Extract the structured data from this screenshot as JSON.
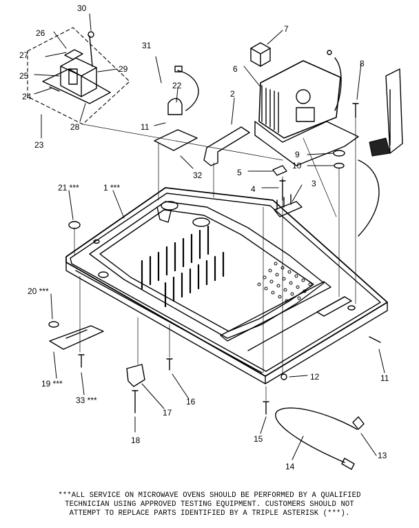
{
  "labels": [
    {
      "id": "30",
      "text": "30"
    },
    {
      "id": "7",
      "text": "7"
    },
    {
      "id": "26",
      "text": "26"
    },
    {
      "id": "27",
      "text": "27"
    },
    {
      "id": "25",
      "text": "25"
    },
    {
      "id": "29",
      "text": "29"
    },
    {
      "id": "24",
      "text": "24"
    },
    {
      "id": "28",
      "text": "28"
    },
    {
      "id": "23",
      "text": "23"
    },
    {
      "id": "31",
      "text": "31"
    },
    {
      "id": "22",
      "text": "22"
    },
    {
      "id": "11a",
      "text": "11"
    },
    {
      "id": "32",
      "text": "32"
    },
    {
      "id": "6",
      "text": "6"
    },
    {
      "id": "8",
      "text": "8"
    },
    {
      "id": "2",
      "text": "2"
    },
    {
      "id": "9",
      "text": "9"
    },
    {
      "id": "10",
      "text": "10"
    },
    {
      "id": "5",
      "text": "5"
    },
    {
      "id": "4",
      "text": "4"
    },
    {
      "id": "3",
      "text": "3"
    },
    {
      "id": "21",
      "text": "21 ***"
    },
    {
      "id": "1",
      "text": "1 ***"
    },
    {
      "id": "20",
      "text": "20 ***"
    },
    {
      "id": "19",
      "text": "19 ***"
    },
    {
      "id": "33",
      "text": "33 ***"
    },
    {
      "id": "17",
      "text": "17"
    },
    {
      "id": "16",
      "text": "16"
    },
    {
      "id": "18",
      "text": "18"
    },
    {
      "id": "12",
      "text": "12"
    },
    {
      "id": "11b",
      "text": "11"
    },
    {
      "id": "15",
      "text": "15"
    },
    {
      "id": "14",
      "text": "14"
    },
    {
      "id": "13",
      "text": "13"
    }
  ],
  "footnote": {
    "line1": "***ALL SERVICE ON MICROWAVE OVENS SHOULD BE PERFORMED BY A QUALIFIED",
    "line2": "TECHNICIAN USING APPROVED TESTING EQUIPMENT. CUSTOMERS SHOULD NOT",
    "line3": "ATTEMPT TO REPLACE PARTS IDENTIFIED BY A TRIPLE ASTERISK (***)."
  }
}
